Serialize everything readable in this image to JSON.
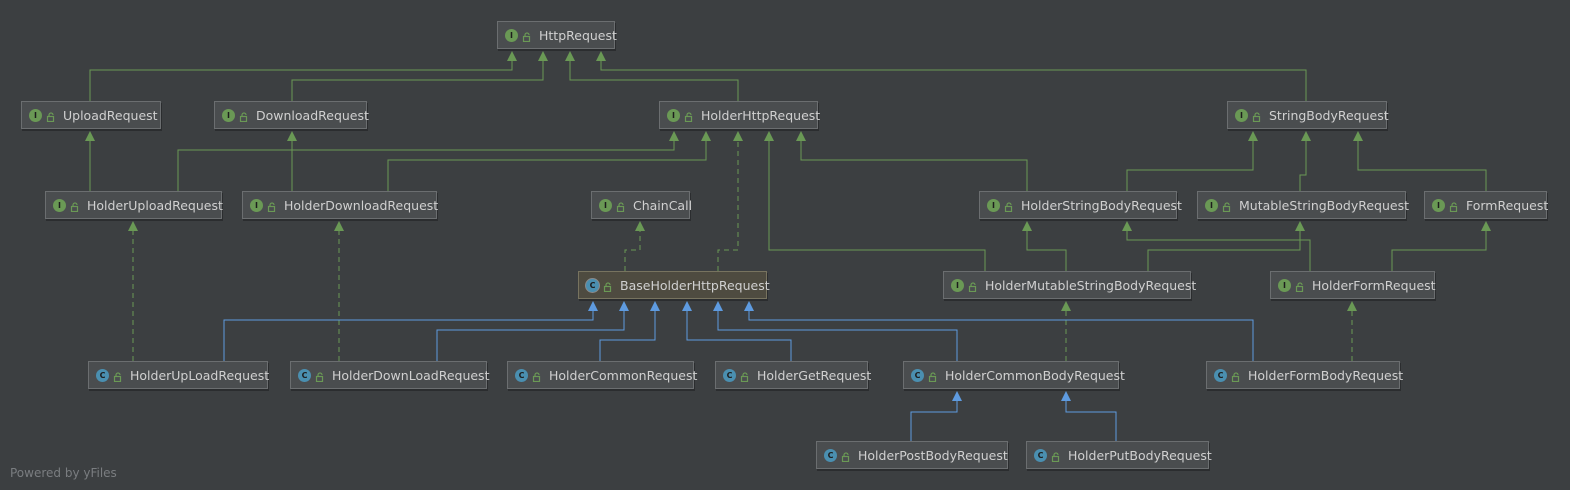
{
  "watermark": "Powered by yFiles",
  "colors": {
    "background": "#3c3f41",
    "interface_edge": "#6a9955",
    "class_edge": "#5e9be0",
    "interface_badge": "#6a9955",
    "class_badge": "#4a8fb0"
  },
  "nodes": [
    {
      "id": "HttpRequest",
      "label": "HttpRequest",
      "kind": "interface",
      "icon": "interface-icon"
    },
    {
      "id": "UploadRequest",
      "label": "UploadRequest",
      "kind": "interface",
      "icon": "interface-icon"
    },
    {
      "id": "DownloadRequest",
      "label": "DownloadRequest",
      "kind": "interface",
      "icon": "interface-icon"
    },
    {
      "id": "HolderHttpRequest",
      "label": "HolderHttpRequest",
      "kind": "interface",
      "icon": "interface-icon"
    },
    {
      "id": "StringBodyRequest",
      "label": "StringBodyRequest",
      "kind": "interface",
      "icon": "interface-icon"
    },
    {
      "id": "HolderUploadRequest",
      "label": "HolderUploadRequest",
      "kind": "interface",
      "icon": "interface-icon"
    },
    {
      "id": "HolderDownloadRequest",
      "label": "HolderDownloadRequest",
      "kind": "interface",
      "icon": "interface-icon"
    },
    {
      "id": "ChainCall",
      "label": "ChainCall",
      "kind": "interface",
      "icon": "interface-icon"
    },
    {
      "id": "HolderStringBodyRequest",
      "label": "HolderStringBodyRequest",
      "kind": "interface",
      "icon": "interface-icon"
    },
    {
      "id": "MutableStringBodyRequest",
      "label": "MutableStringBodyRequest",
      "kind": "interface",
      "icon": "interface-icon"
    },
    {
      "id": "FormRequest",
      "label": "FormRequest",
      "kind": "interface",
      "icon": "interface-icon"
    },
    {
      "id": "BaseHolderHttpRequest",
      "label": "BaseHolderHttpRequest",
      "kind": "abstract-class",
      "icon": "abstract-class-icon"
    },
    {
      "id": "HolderMutableStringBodyRequest",
      "label": "HolderMutableStringBodyRequest",
      "kind": "interface",
      "icon": "interface-icon"
    },
    {
      "id": "HolderFormRequest",
      "label": "HolderFormRequest",
      "kind": "interface",
      "icon": "interface-icon"
    },
    {
      "id": "HolderUpLoadRequest",
      "label": "HolderUpLoadRequest",
      "kind": "class",
      "icon": "class-icon"
    },
    {
      "id": "HolderDownLoadRequest",
      "label": "HolderDownLoadRequest",
      "kind": "class",
      "icon": "class-icon"
    },
    {
      "id": "HolderCommonRequest",
      "label": "HolderCommonRequest",
      "kind": "class",
      "icon": "class-icon"
    },
    {
      "id": "HolderGetRequest",
      "label": "HolderGetRequest",
      "kind": "class",
      "icon": "class-icon"
    },
    {
      "id": "HolderCommonBodyRequest",
      "label": "HolderCommonBodyRequest",
      "kind": "class",
      "icon": "class-icon"
    },
    {
      "id": "HolderFormBodyRequest",
      "label": "HolderFormBodyRequest",
      "kind": "class",
      "icon": "class-icon"
    },
    {
      "id": "HolderPostBodyRequest",
      "label": "HolderPostBodyRequest",
      "kind": "class",
      "icon": "class-icon"
    },
    {
      "id": "HolderPutBodyRequest",
      "label": "HolderPutBodyRequest",
      "kind": "class",
      "icon": "class-icon"
    }
  ],
  "edges": [
    {
      "from": "UploadRequest",
      "to": "HttpRequest",
      "type": "extends"
    },
    {
      "from": "DownloadRequest",
      "to": "HttpRequest",
      "type": "extends"
    },
    {
      "from": "HolderHttpRequest",
      "to": "HttpRequest",
      "type": "extends"
    },
    {
      "from": "StringBodyRequest",
      "to": "HttpRequest",
      "type": "extends"
    },
    {
      "from": "HolderUploadRequest",
      "to": "UploadRequest",
      "type": "extends"
    },
    {
      "from": "HolderDownloadRequest",
      "to": "DownloadRequest",
      "type": "extends"
    },
    {
      "from": "HolderUploadRequest",
      "to": "HolderHttpRequest",
      "type": "extends"
    },
    {
      "from": "HolderDownloadRequest",
      "to": "HolderHttpRequest",
      "type": "extends"
    },
    {
      "from": "HolderMutableStringBodyRequest",
      "to": "HolderHttpRequest",
      "type": "extends"
    },
    {
      "from": "HolderStringBodyRequest",
      "to": "HolderHttpRequest",
      "type": "extends"
    },
    {
      "from": "HolderStringBodyRequest",
      "to": "StringBodyRequest",
      "type": "extends"
    },
    {
      "from": "MutableStringBodyRequest",
      "to": "StringBodyRequest",
      "type": "extends"
    },
    {
      "from": "FormRequest",
      "to": "StringBodyRequest",
      "type": "extends"
    },
    {
      "from": "HolderMutableStringBodyRequest",
      "to": "HolderStringBodyRequest",
      "type": "extends"
    },
    {
      "from": "HolderMutableStringBodyRequest",
      "to": "MutableStringBodyRequest",
      "type": "extends"
    },
    {
      "from": "HolderFormRequest",
      "to": "HolderStringBodyRequest",
      "type": "extends"
    },
    {
      "from": "HolderFormRequest",
      "to": "FormRequest",
      "type": "extends"
    },
    {
      "from": "BaseHolderHttpRequest",
      "to": "ChainCall",
      "type": "implements"
    },
    {
      "from": "BaseHolderHttpRequest",
      "to": "HolderHttpRequest",
      "type": "implements"
    },
    {
      "from": "HolderUpLoadRequest",
      "to": "HolderUploadRequest",
      "type": "implements"
    },
    {
      "from": "HolderDownLoadRequest",
      "to": "HolderDownloadRequest",
      "type": "implements"
    },
    {
      "from": "HolderCommonBodyRequest",
      "to": "HolderMutableStringBodyRequest",
      "type": "implements"
    },
    {
      "from": "HolderFormBodyRequest",
      "to": "HolderFormRequest",
      "type": "implements"
    },
    {
      "from": "HolderUpLoadRequest",
      "to": "BaseHolderHttpRequest",
      "type": "class-extends"
    },
    {
      "from": "HolderDownLoadRequest",
      "to": "BaseHolderHttpRequest",
      "type": "class-extends"
    },
    {
      "from": "HolderCommonRequest",
      "to": "BaseHolderHttpRequest",
      "type": "class-extends"
    },
    {
      "from": "HolderGetRequest",
      "to": "BaseHolderHttpRequest",
      "type": "class-extends"
    },
    {
      "from": "HolderCommonBodyRequest",
      "to": "BaseHolderHttpRequest",
      "type": "class-extends"
    },
    {
      "from": "HolderFormBodyRequest",
      "to": "BaseHolderHttpRequest",
      "type": "class-extends"
    },
    {
      "from": "HolderPostBodyRequest",
      "to": "HolderCommonBodyRequest",
      "type": "class-extends"
    },
    {
      "from": "HolderPutBodyRequest",
      "to": "HolderCommonBodyRequest",
      "type": "class-extends"
    }
  ]
}
